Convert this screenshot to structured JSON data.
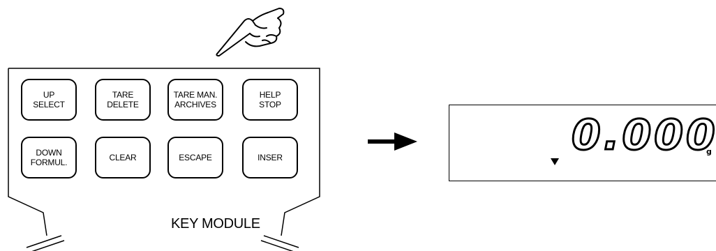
{
  "key_module": {
    "label": "KEY MODULE",
    "keys": [
      {
        "line1": "UP",
        "line2": "SELECT"
      },
      {
        "line1": "TARE",
        "line2": "DELETE"
      },
      {
        "line1": "TARE MAN.",
        "line2": "ARCHIVES"
      },
      {
        "line1": "HELP",
        "line2": "STOP"
      },
      {
        "line1": "DOWN",
        "line2": "FORMUL."
      },
      {
        "line1": "CLEAR",
        "line2": ""
      },
      {
        "line1": "ESCAPE",
        "line2": ""
      },
      {
        "line1": "INSER",
        "line2": ""
      }
    ]
  },
  "display": {
    "value": "0.000",
    "unit": "g"
  },
  "icons": {
    "pointer": "pointing-hand-icon",
    "arrow": "right-arrow-icon",
    "stability": "stability-indicator-icon"
  }
}
